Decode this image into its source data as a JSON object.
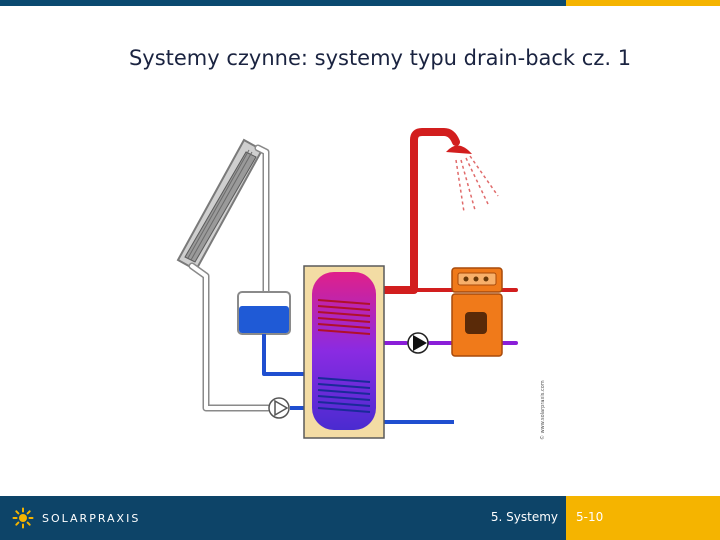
{
  "header": {
    "title": "Systemy czynne: systemy typu drain-back cz. 1"
  },
  "diagram": {
    "watermark": "© www.solarpraxis.com"
  },
  "footer": {
    "logo_text": "SOLARPRAXIS",
    "section": "5. Systemy",
    "page": "5-10"
  },
  "colors": {
    "navy": "#0d4468",
    "gold": "#f5b400",
    "hot": "#cc1a1a",
    "cold": "#1a4fcc",
    "mixed": "#8a1ed8"
  }
}
